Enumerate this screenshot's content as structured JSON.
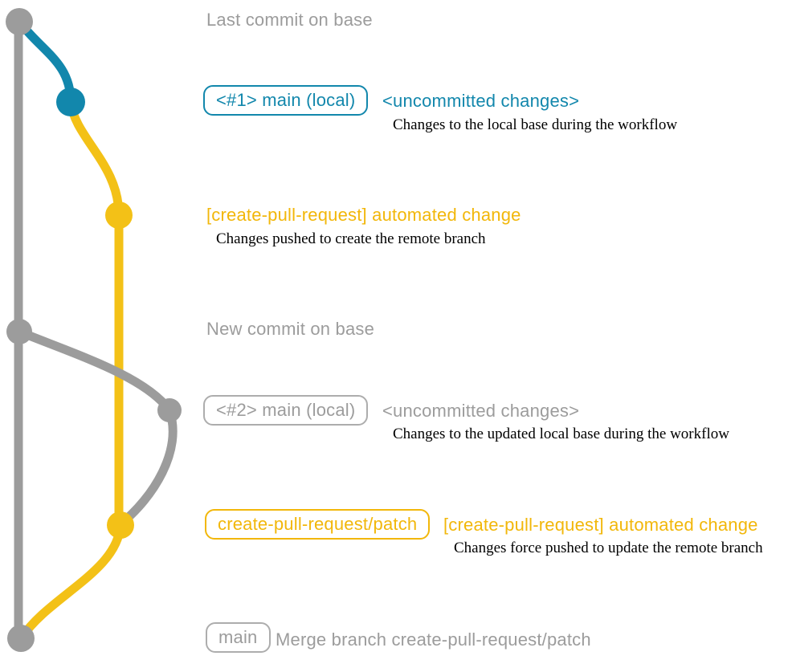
{
  "colors": {
    "gray": "#9C9C9C",
    "gray_border": "#ADADAD",
    "teal": "#1287AC",
    "yellow_text": "#F2B70A",
    "yellow_line": "#F3C117",
    "desc_text": "#000000"
  },
  "graph": {
    "commits": [
      {
        "id": "base-last",
        "color": "#9C9C9C",
        "meaning": "Last commit on base"
      },
      {
        "id": "local-1",
        "color": "#1287AC",
        "meaning": "<#1> main (local) with uncommitted changes"
      },
      {
        "id": "cpr-commit-1",
        "color": "#F3C117",
        "meaning": "[create-pull-request] automated change"
      },
      {
        "id": "base-new",
        "color": "#9C9C9C",
        "meaning": "New commit on base"
      },
      {
        "id": "local-2",
        "color": "#9C9C9C",
        "meaning": "<#2> main (local) with uncommitted changes"
      },
      {
        "id": "cpr-commit-2",
        "color": "#F3C117",
        "meaning": "[create-pull-request] automated change (force pushed)"
      },
      {
        "id": "merge-commit",
        "color": "#9C9C9C",
        "meaning": "Merge branch create-pull-request/patch"
      }
    ]
  },
  "annotations": {
    "row1": {
      "title": "Last commit on base"
    },
    "row2": {
      "badge": "<#1> main (local)",
      "heading": "<uncommitted changes>",
      "desc": "Changes to the local base during the workflow"
    },
    "row3": {
      "heading": "[create-pull-request] automated change",
      "desc": "Changes pushed to create the remote branch"
    },
    "row4": {
      "title": "New commit on base"
    },
    "row5": {
      "badge": "<#2> main (local)",
      "heading": "<uncommitted changes>",
      "desc": "Changes to the updated local base during the workflow"
    },
    "row6": {
      "badge": "create-pull-request/patch",
      "heading": "[create-pull-request] automated change",
      "desc": "Changes force pushed to update the remote branch"
    },
    "row7": {
      "badge": "main",
      "text": "Merge branch create-pull-request/patch"
    }
  }
}
